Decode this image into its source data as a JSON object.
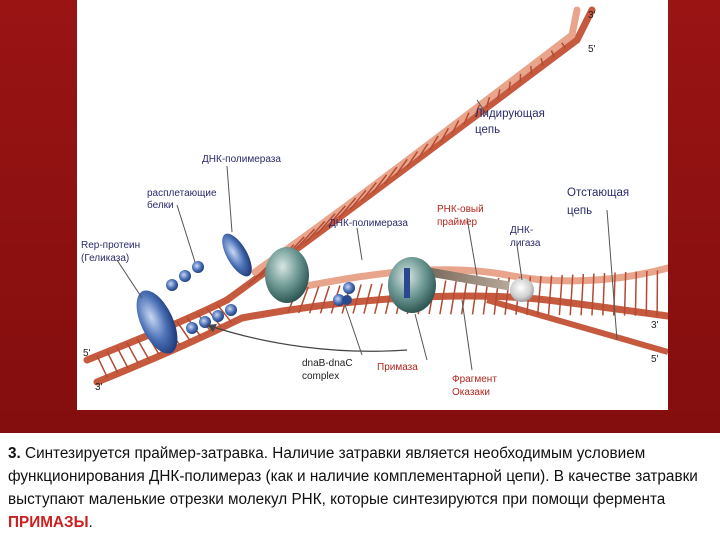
{
  "diagram": {
    "labels": {
      "three_prime_top": "3'",
      "five_prime_top": "5'",
      "leading_strand": [
        "Лидирующая",
        "цепь"
      ],
      "lagging_strand": [
        "Отстающая",
        "цепь"
      ],
      "dna_polymerase_top": "ДНК-полимераза",
      "ssb": [
        "расплетающие",
        "белки"
      ],
      "rep_protein": [
        "Rep-протеин",
        "(Геликаза)"
      ],
      "dna_polymerase_mid": "ДНК-полимераза",
      "rna_primer": [
        "РНК-овый",
        "праймер"
      ],
      "dna_ligase": [
        "ДНК-",
        "лигаза"
      ],
      "dnab_complex": [
        "dnaB-dnaC",
        "complex"
      ],
      "primase": "Примаза",
      "okazaki": [
        "Фрагмент",
        "Оказаки"
      ],
      "three_prime_right": "3'",
      "five_prime_right": "5'",
      "five_prime_left": "5'",
      "three_prime_left": "3'"
    },
    "colors": {
      "strand_fill": "#e9a58c",
      "strand_edge": "#c65a3f",
      "rung": "#b34a33",
      "label_blue": "#2a2a6a",
      "label_red": "#b3261e",
      "protein_blue": "#3a5ea8",
      "protein_green": "#4f7a7a"
    }
  },
  "caption": {
    "number": "3.",
    "text_before": " Синтезируется праймер-затравка. Наличие затравки является необходимым условием функционирования ДНК-полимераз (как и наличие комплементарной цепи). В качестве затравки выступают маленькие отрезки молекул РНК, которые синтезируются при помощи фермента ",
    "highlight": "ПРИМАЗЫ",
    "text_after": "."
  }
}
